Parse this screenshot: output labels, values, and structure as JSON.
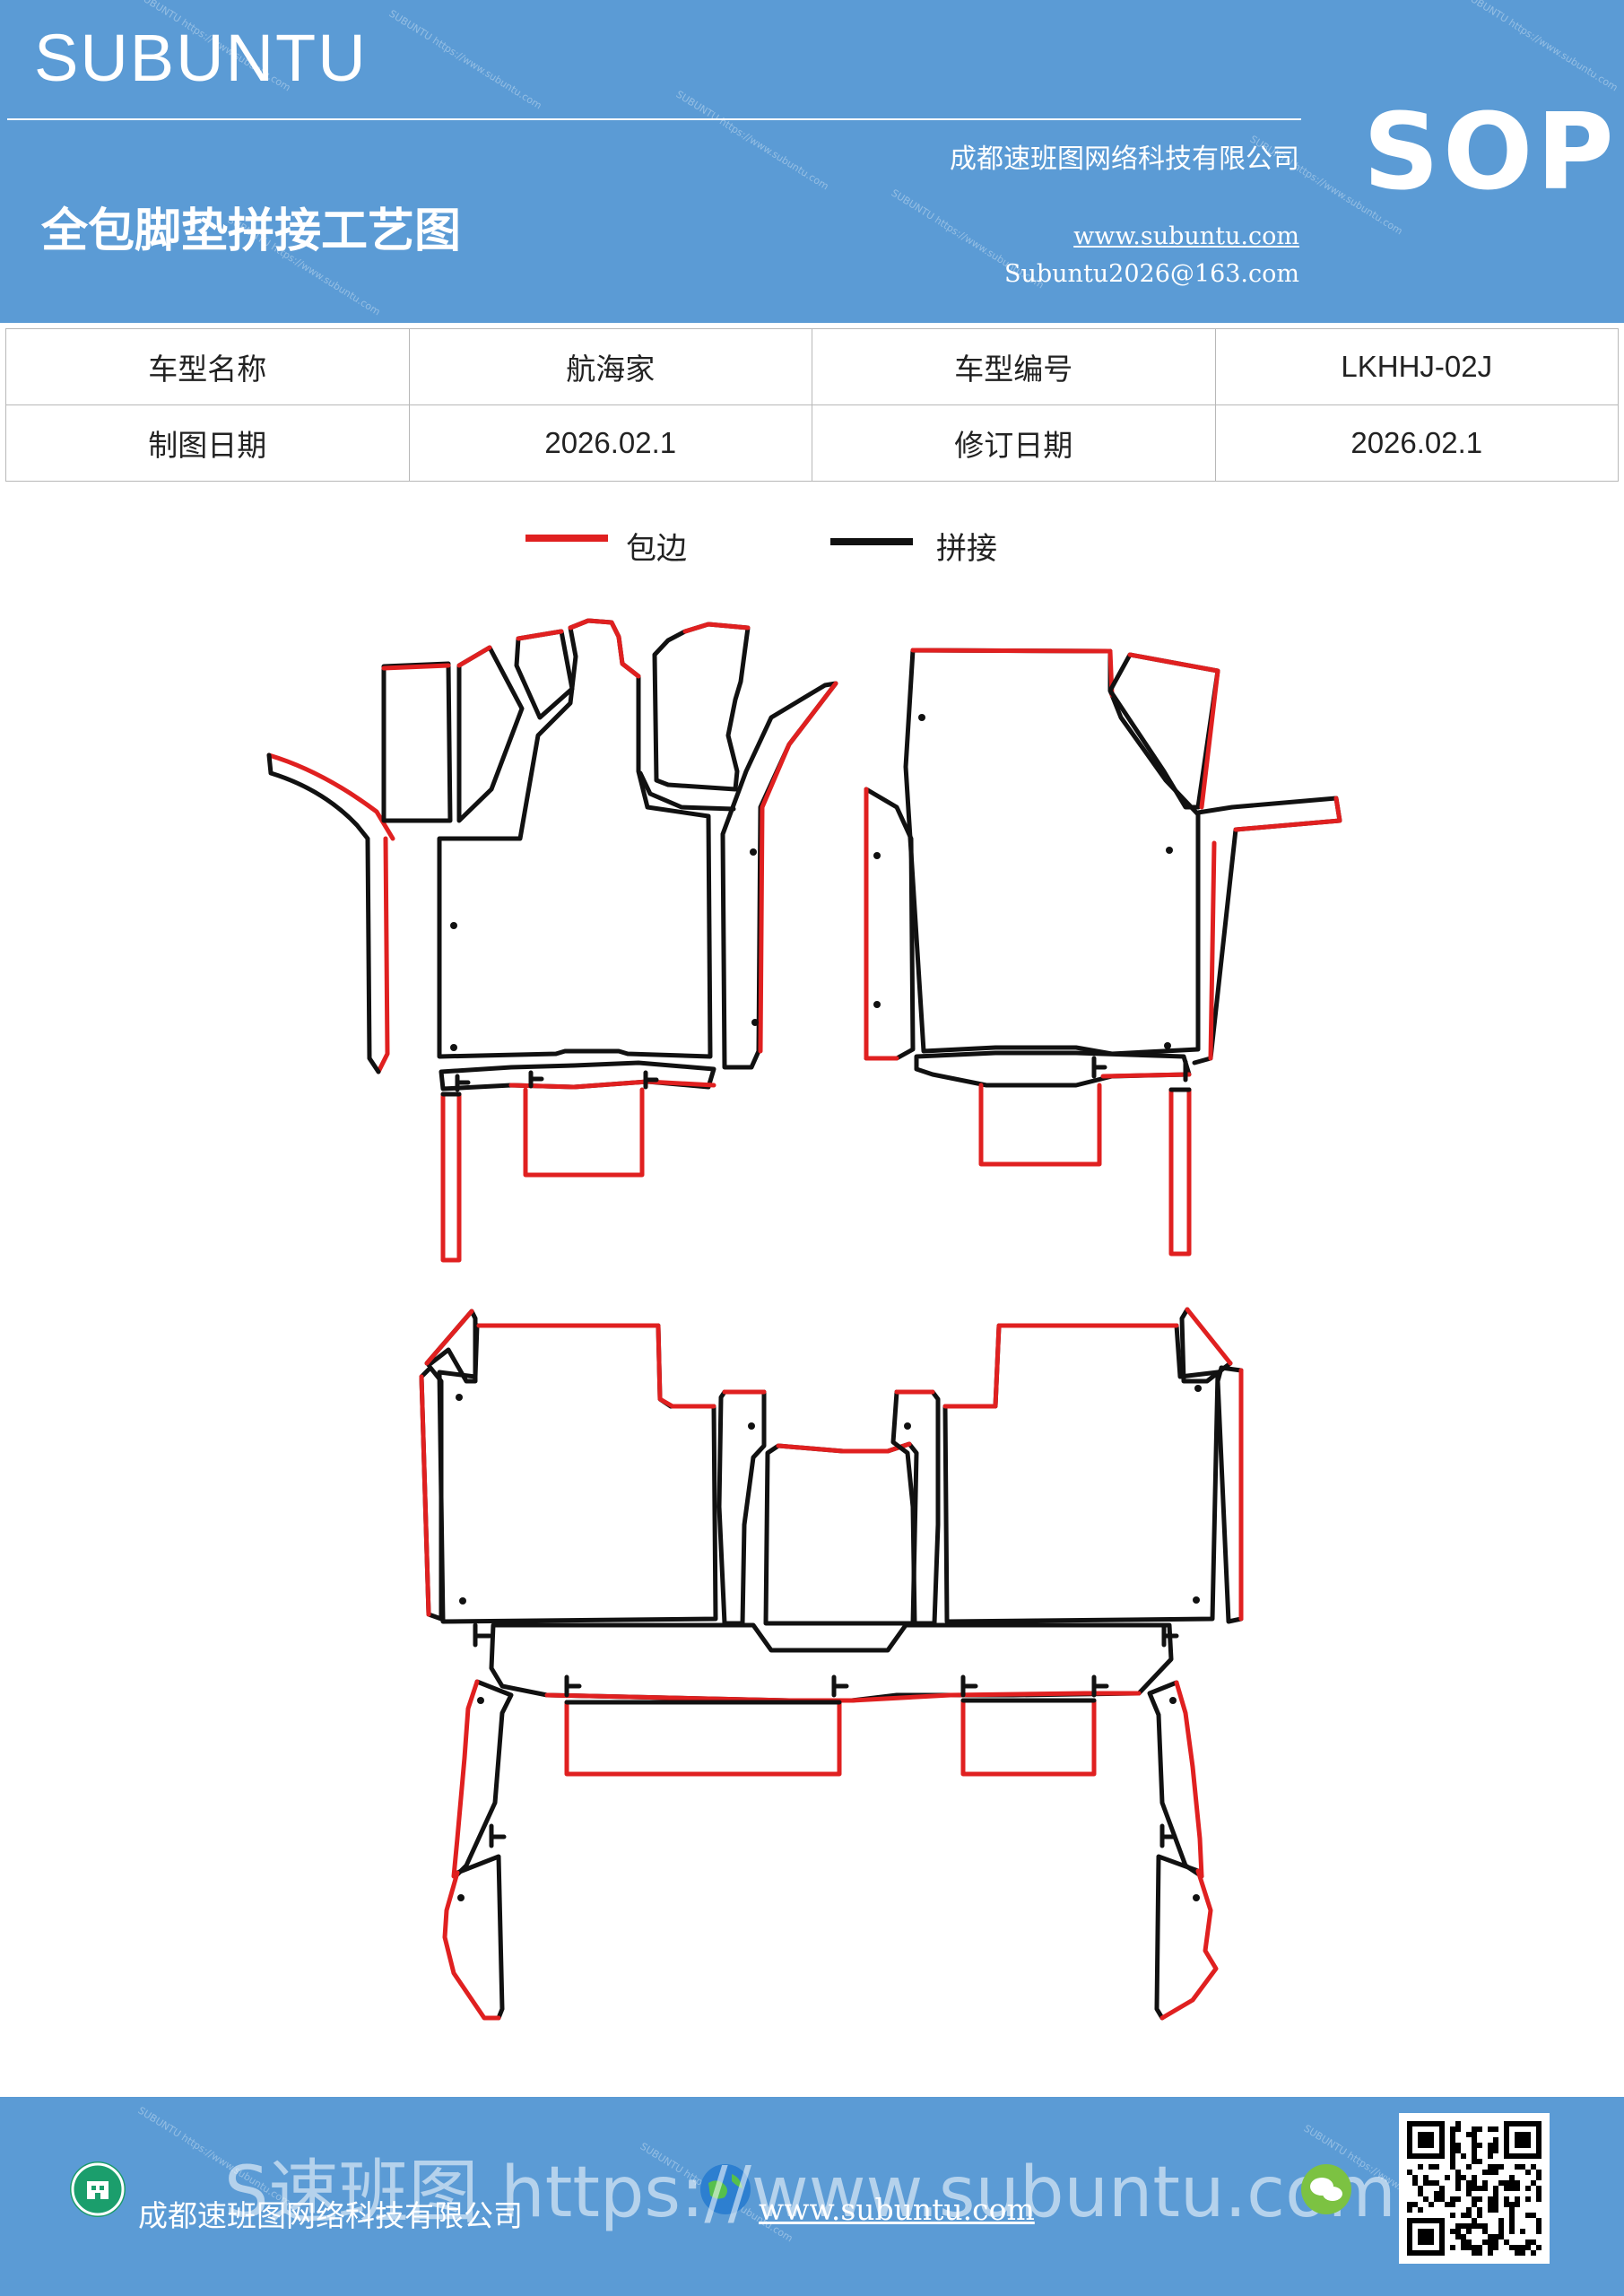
{
  "header": {
    "brand": "SUBUNTU",
    "company": "成都速班图网络科技有限公司",
    "badge": "SOP",
    "title": "全包脚垫拼接工艺图",
    "website": "www.subuntu.com",
    "email": "Subuntu2026@163.com",
    "watermark": "SUBUNTU https://www.subuntu.com"
  },
  "info": {
    "row1": {
      "label1": "车型名称",
      "value1": "航海家",
      "label2": "车型编号",
      "value2": "LKHHJ-02J"
    },
    "row2": {
      "label1": "制图日期",
      "value1": "2026.02.1",
      "label2": "修订日期",
      "value2": "2026.02.1"
    }
  },
  "legend": {
    "edge_label": "包边",
    "edge_color": "#e02020",
    "join_label": "拼接",
    "join_color": "#111111"
  },
  "footer": {
    "company": "成都速班图网络科技有限公司",
    "website": "www.subuntu.com",
    "overlay": "S速班图 https://www.subuntu.com",
    "icons": [
      "building-icon",
      "globe-icon",
      "wechat-icon",
      "qr-code"
    ]
  }
}
